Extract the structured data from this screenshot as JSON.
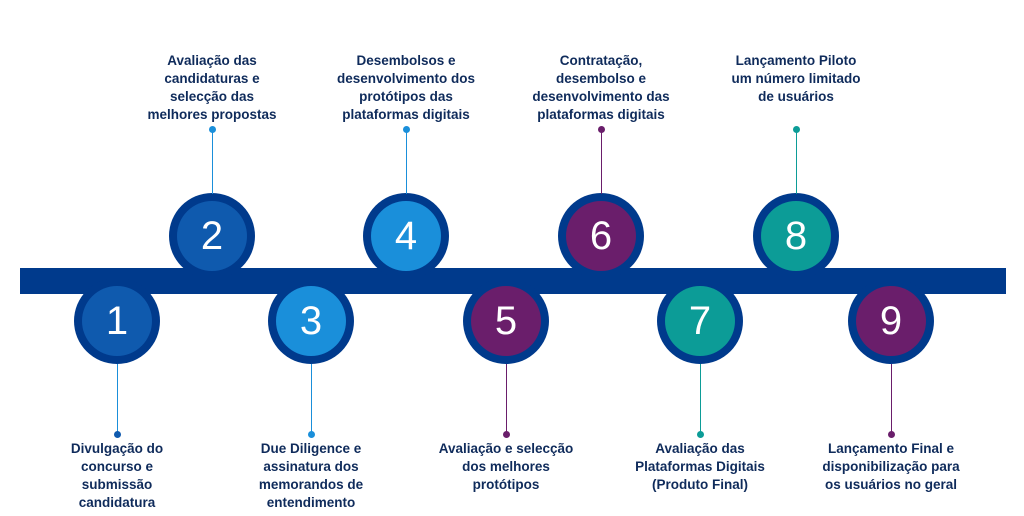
{
  "colors": {
    "bar": "#003A8C",
    "dark_blue": "#0F5AAE",
    "light_blue": "#1A8FDA",
    "purple": "#6A1E6B",
    "teal": "#0C9C97",
    "text": "#0F2B5B"
  },
  "steps": [
    {
      "number": "1",
      "lines": [
        "Divulgação do",
        "concurso e",
        "submissão",
        "candidatura"
      ]
    },
    {
      "number": "2",
      "lines": [
        "Avaliação das",
        "candidaturas e",
        "selecção das",
        "melhores propostas"
      ]
    },
    {
      "number": "3",
      "lines": [
        "Due Diligence e",
        "assinatura dos",
        "memorandos de",
        "entendimento"
      ]
    },
    {
      "number": "4",
      "lines": [
        "Desembolsos e",
        "desenvolvimento dos",
        "protótipos das",
        "plataformas digitais"
      ]
    },
    {
      "number": "5",
      "lines": [
        "Avaliação e selecção",
        "dos melhores",
        "protótipos"
      ]
    },
    {
      "number": "6",
      "lines": [
        "Contratação,",
        "desembolso e",
        "desenvolvimento das",
        "plataformas digitais"
      ]
    },
    {
      "number": "7",
      "lines": [
        "Avaliação das",
        "Plataformas Digitais",
        "(Produto Final)"
      ]
    },
    {
      "number": "8",
      "lines": [
        "Lançamento Piloto",
        "um número limitado",
        "de usuários"
      ]
    },
    {
      "number": "9",
      "lines": [
        "Lançamento Final e",
        "disponibilização para",
        "os usuários no geral"
      ]
    }
  ]
}
